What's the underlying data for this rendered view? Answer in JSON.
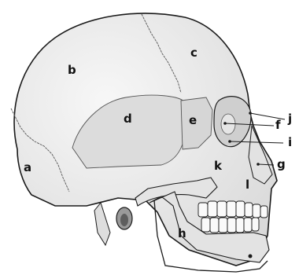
{
  "diagram": {
    "subject": "skull-lateral-view",
    "labels": {
      "a": "a",
      "b": "b",
      "c": "c",
      "d": "d",
      "e": "e",
      "f": "f",
      "g": "g",
      "h": "h",
      "i": "i",
      "j": "j",
      "k": "k",
      "l": "l"
    },
    "colors": {
      "bone": "#ededed",
      "bone_shade": "#d2d2d2",
      "outline": "#1a1a1a",
      "suture": "#555555",
      "label": "#111111"
    }
  }
}
